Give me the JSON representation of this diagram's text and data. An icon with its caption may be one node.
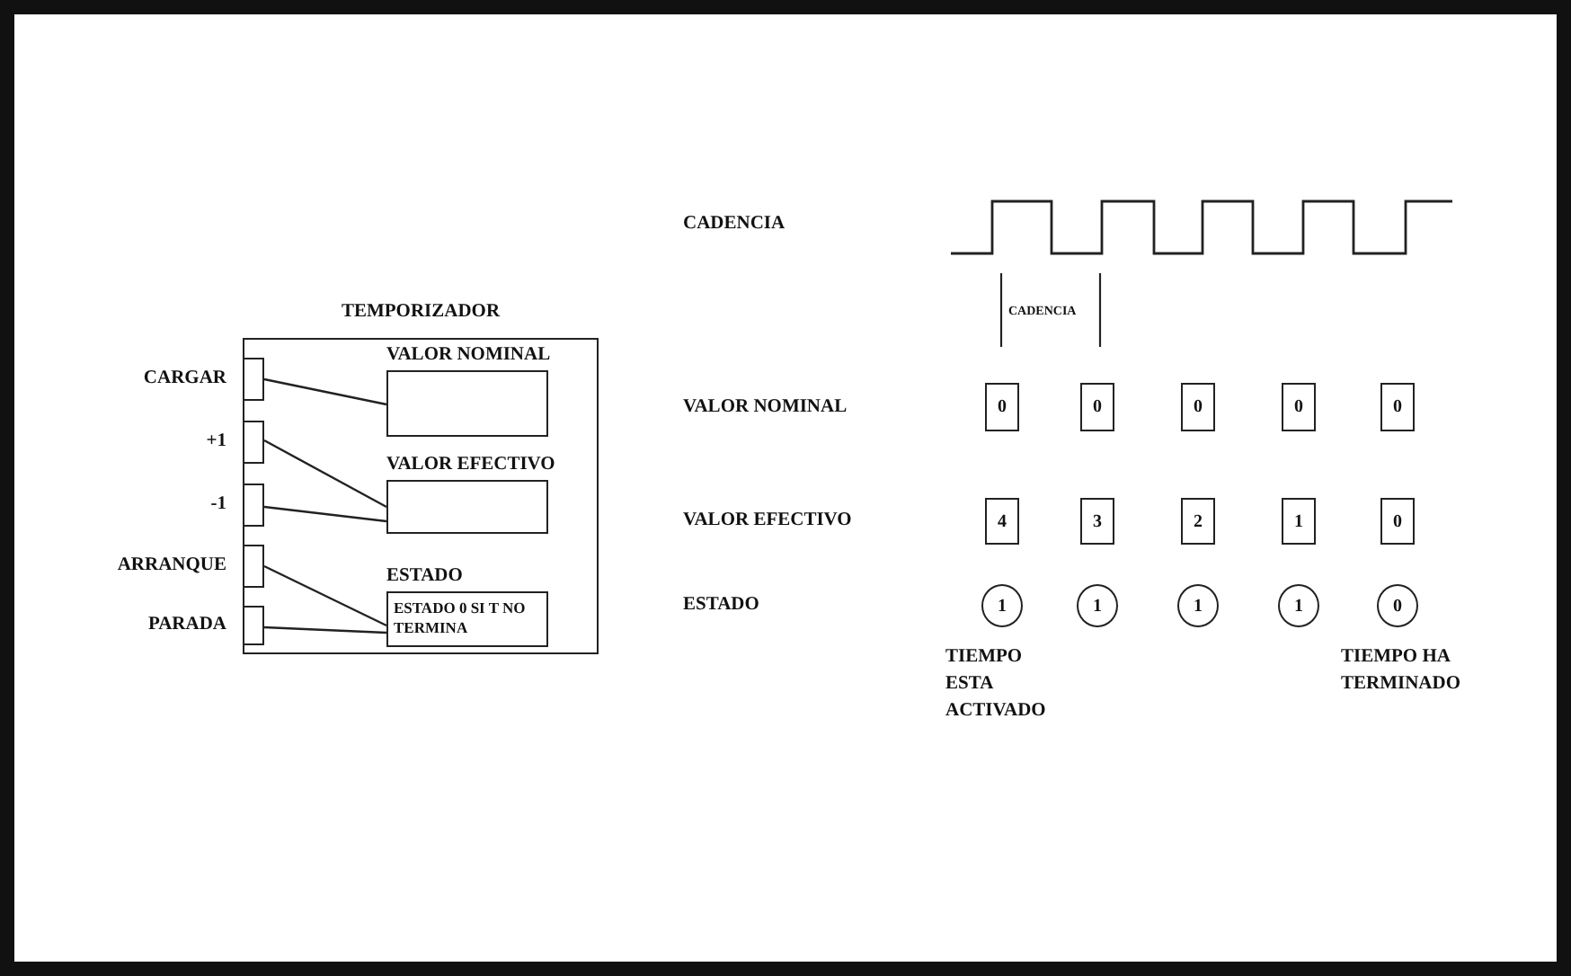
{
  "diagram": {
    "nodes": [
      {
        "text": [
          "TEMPORIZADOR"
        ]
      },
      {
        "text": [],
        "shape": "box",
        "in": 0,
        "beside": [
          "CARGAR"
        ]
      },
      {
        "text": [],
        "shape": "box",
        "in": 0,
        "beside": [
          "+1"
        ]
      },
      {
        "text": [],
        "shape": "box",
        "in": 0,
        "beside": [
          "-1"
        ]
      },
      {
        "text": [],
        "shape": "box",
        "in": 0,
        "beside": [
          "ARRANQUE"
        ]
      },
      {
        "text": [],
        "shape": "box",
        "in": 0,
        "beside": [
          "PARADA"
        ]
      },
      {
        "text": [
          "VALOR NOMINAL"
        ],
        "in": 0
      },
      {
        "text": [
          "VALOR EFECTIVO"
        ],
        "in": 0
      },
      {
        "text": [
          "ESTADO",
          "ESTADO 0 SI T NO TERMINA"
        ],
        "in": 0
      },
      {
        "text": [
          "0"
        ]
      },
      {
        "text": [
          "0"
        ]
      },
      {
        "text": [
          "0"
        ]
      },
      {
        "text": [
          "0"
        ]
      },
      {
        "text": [
          "0"
        ]
      },
      {
        "text": [
          "4"
        ]
      },
      {
        "text": [
          "3"
        ]
      },
      {
        "text": [
          "2"
        ]
      },
      {
        "text": [
          "1"
        ]
      },
      {
        "text": [
          "0"
        ]
      },
      {
        "text": [
          "1"
        ],
        "beside": [
          "TIEMPO ESTA ACTIVADO"
        ]
      },
      {
        "text": [
          "1"
        ]
      },
      {
        "text": [
          "1"
        ]
      },
      {
        "text": [
          "1"
        ]
      },
      {
        "text": [
          "0"
        ],
        "beside": [
          "TIEMPO HA TERMINADO"
        ]
      }
    ],
    "edges": [
      {
        "from": 1,
        "to": 6,
        "arrow": "none"
      },
      {
        "from": 2,
        "to": 7,
        "arrow": "none"
      },
      {
        "from": 3,
        "to": 7,
        "arrow": "none"
      },
      {
        "from": 4,
        "to": 8,
        "arrow": "none"
      },
      {
        "from": 5,
        "to": 8,
        "arrow": "none"
      }
    ],
    "labels": [
      "CADENCIA",
      "CADENCIA",
      "VALOR NOMINAL",
      "VALOR EFECTIVO",
      "ESTADO"
    ]
  }
}
